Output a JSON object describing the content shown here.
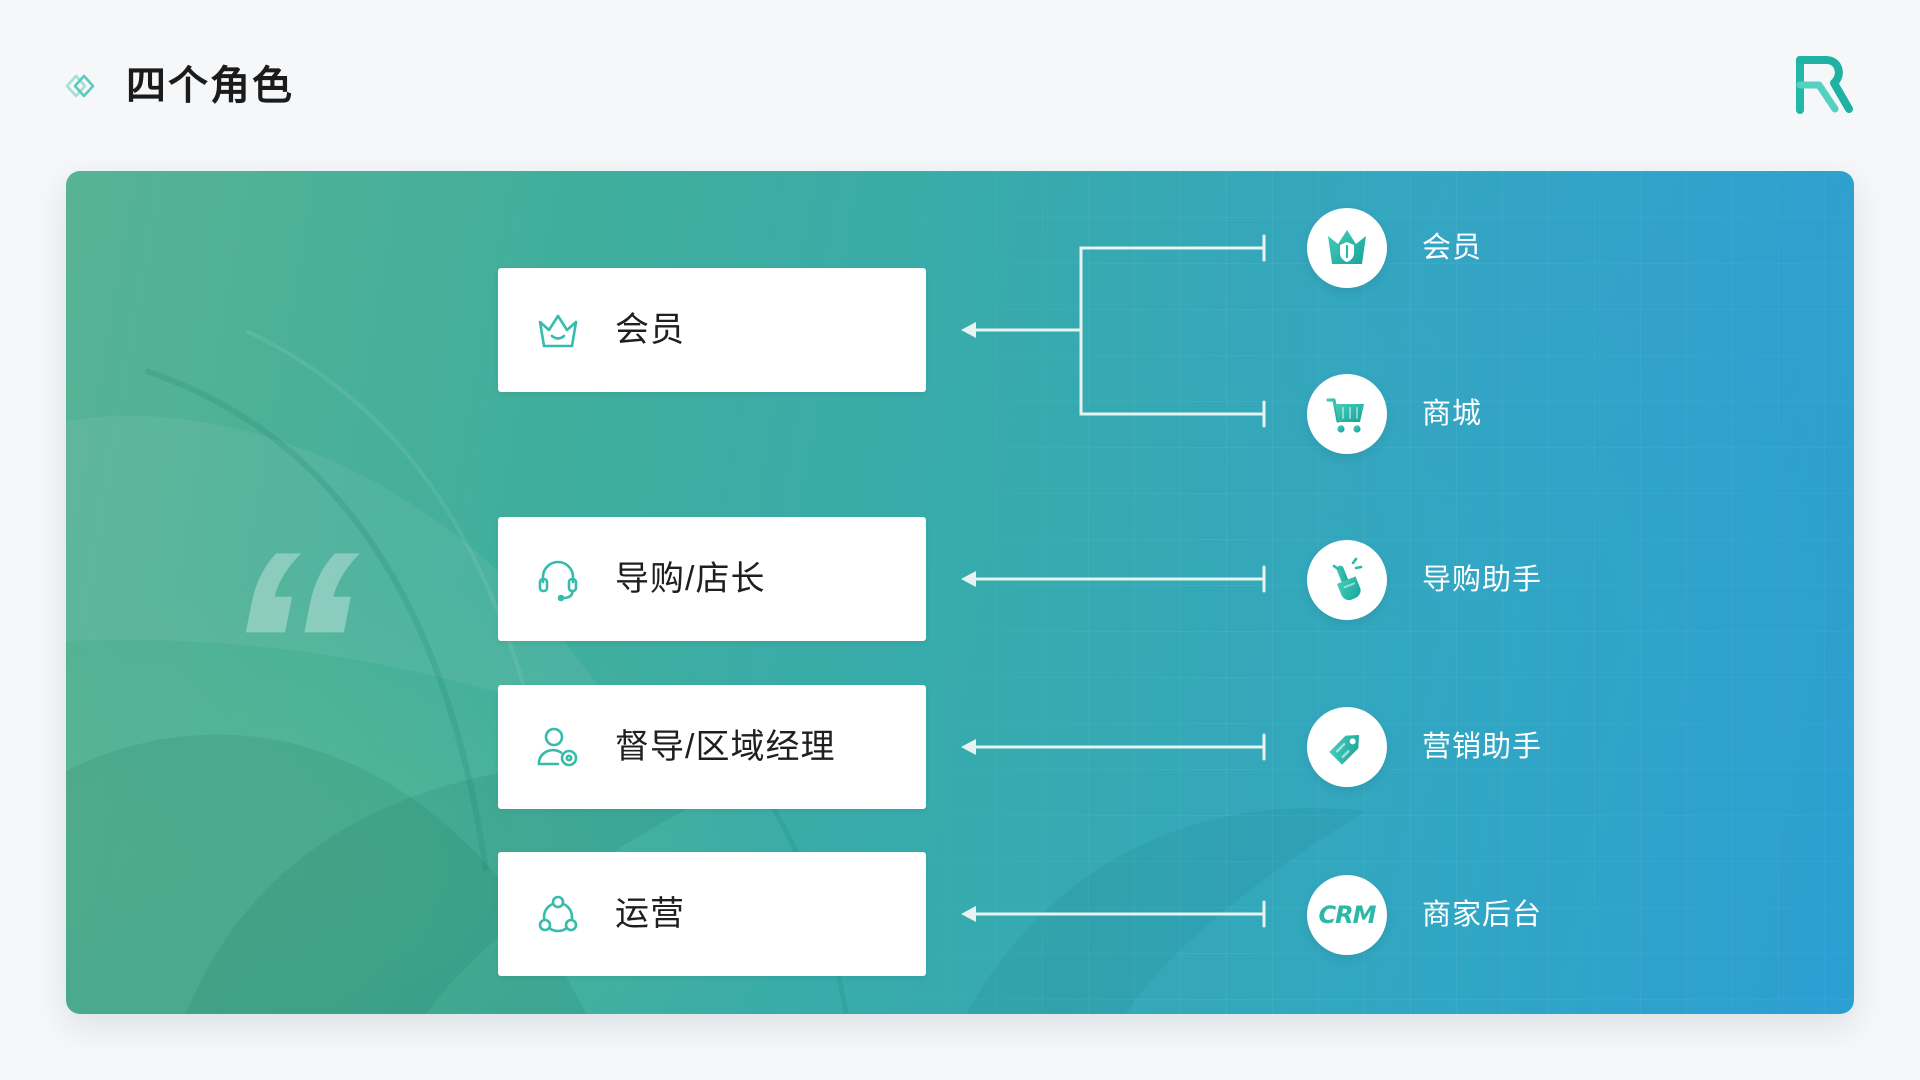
{
  "header": {
    "title": "四个角色",
    "icon": "double-chevron-icon"
  },
  "logo": {
    "icon": "brand-r-logo"
  },
  "colors": {
    "page_bg": "#f5f7f9",
    "accent": "#2fb8a8",
    "card_gradient_start": "#58b393",
    "card_gradient_end": "#2c9fd3",
    "connector": "#e6f3f1"
  },
  "decor": {
    "quote_mark": "“"
  },
  "roles": [
    {
      "label": "会员",
      "icon": "crown-icon"
    },
    {
      "label": "导购/店长",
      "icon": "headset-icon"
    },
    {
      "label": "督导/区域经理",
      "icon": "user-settings-icon"
    },
    {
      "label": "运营",
      "icon": "network-nodes-icon"
    }
  ],
  "apps": [
    {
      "label": "会员",
      "icon": "crown-shield-icon"
    },
    {
      "label": "商城",
      "icon": "shopping-cart-icon"
    },
    {
      "label": "导购助手",
      "icon": "tap-hand-icon"
    },
    {
      "label": "营销助手",
      "icon": "price-tag-icon"
    },
    {
      "label": "商家后台",
      "icon": "crm-icon",
      "icon_text": "CRM"
    }
  ]
}
